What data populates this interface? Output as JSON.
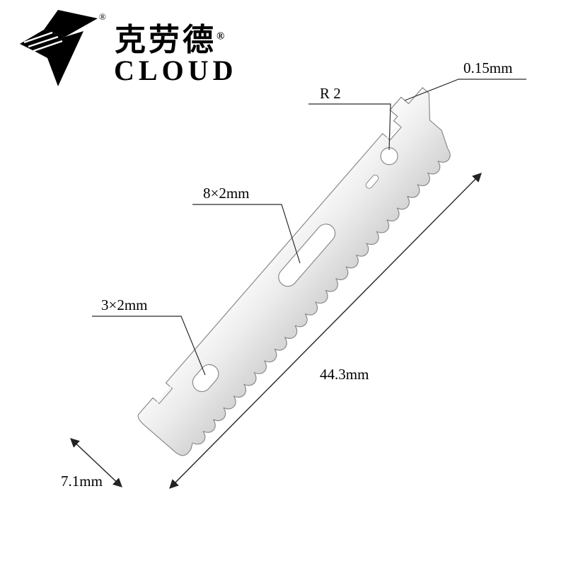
{
  "brand": {
    "cjk_name": "克劳德",
    "latin_name": "CLOUD",
    "registered": "®"
  },
  "annotations": {
    "thickness": "0.15mm",
    "hole_radius": "R 2",
    "slot_large": "8×2mm",
    "slot_small": "3×2mm",
    "length": "44.3mm",
    "width": "7.1mm"
  },
  "colors": {
    "dimension_line": "#2b2b2b",
    "blade_outline": "#8a8a8a",
    "blade_fill_light": "#fafafa",
    "blade_fill_dark": "#d4d4d4",
    "logo": "#000000"
  }
}
